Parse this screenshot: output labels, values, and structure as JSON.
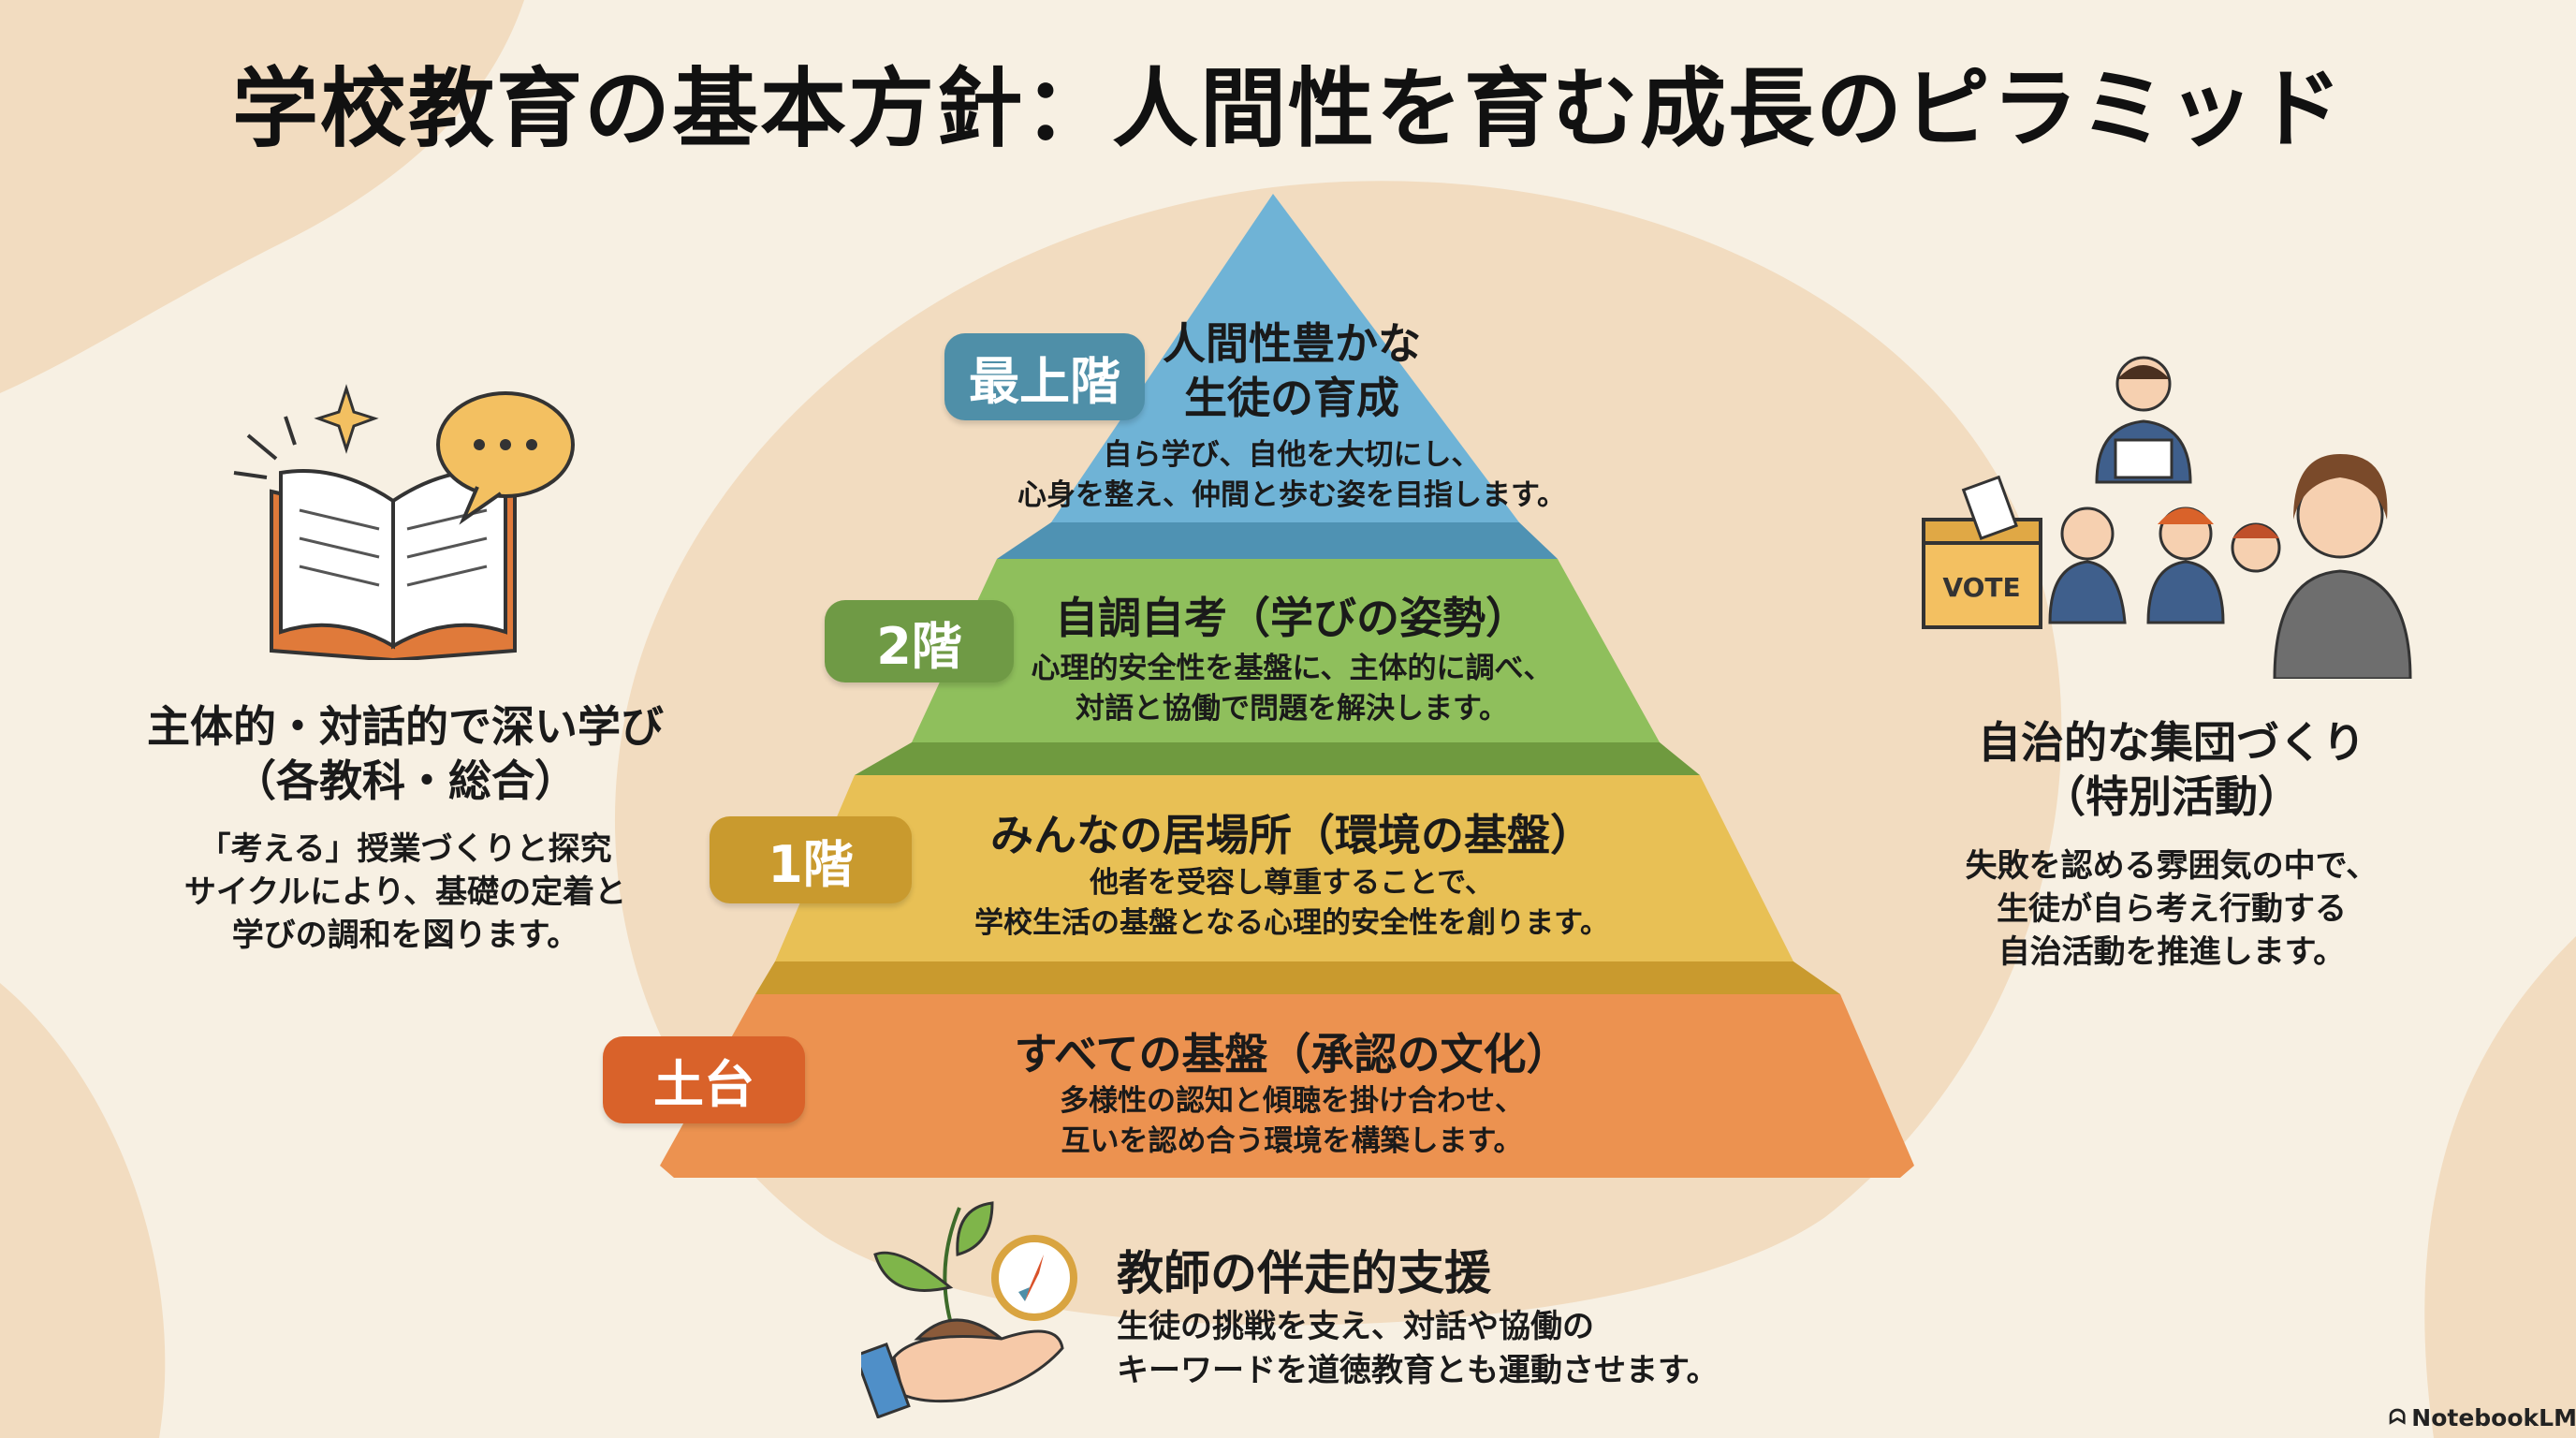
{
  "title": "学校教育の基本方針：人間性を育む成長のピラミッド",
  "colors": {
    "top": "#6fb3d6",
    "second": "#8fbf5c",
    "first": "#e8c055",
    "base": "#ec9250",
    "background": "#f7f0e3",
    "blob": "#f2dcc0"
  },
  "pyramid": {
    "top": {
      "label": "最上階",
      "title_lines": [
        "人間性豊かな",
        "生徒の育成"
      ],
      "body_lines": [
        "自ら学び、自他を大切にし、",
        "心身を整え、仲間と歩む姿を目指します。"
      ]
    },
    "second": {
      "label": "2階",
      "title": "自調自考（学びの姿勢）",
      "body_lines": [
        "心理的安全性を基盤に、主体的に調べ、",
        "対語と協働で問題を解決します。"
      ]
    },
    "first": {
      "label": "1階",
      "title": "みんなの居場所（環境の基盤）",
      "body_lines": [
        "他者を受容し尊重することで、",
        "学校生活の基盤となる心理的安全性を創ります。"
      ]
    },
    "base": {
      "label": "土台",
      "title": "すべての基盤（承認の文化）",
      "body_lines": [
        "多様性の認知と傾聴を掛け合わせ、",
        "互いを認め合う環境を構築します。"
      ]
    }
  },
  "left": {
    "title_lines": [
      "主体的・対話的で深い学び",
      "（各教科・総合）"
    ],
    "body_lines": [
      "「考える」授業づくりと探究",
      "サイクルにより、基礎の定着と",
      "学びの調和を図ります。"
    ],
    "icon": "book-speech-icon"
  },
  "right": {
    "title_lines": [
      "自治的な集団づくり",
      "（特別活動）"
    ],
    "body_lines": [
      "失敗を認める雰囲気の中で、",
      "生徒が自ら考え行動する",
      "自治活動を推進します。"
    ],
    "vote_label": "VOTE",
    "icon": "students-vote-icon"
  },
  "bottom": {
    "title": "教師の伴走的支援",
    "body_lines": [
      "生徒の挑戦を支え、対話や協働の",
      "キーワードを道徳教育とも運動させます。"
    ],
    "icon": "hand-plant-compass-icon"
  },
  "watermark": "NotebookLM"
}
